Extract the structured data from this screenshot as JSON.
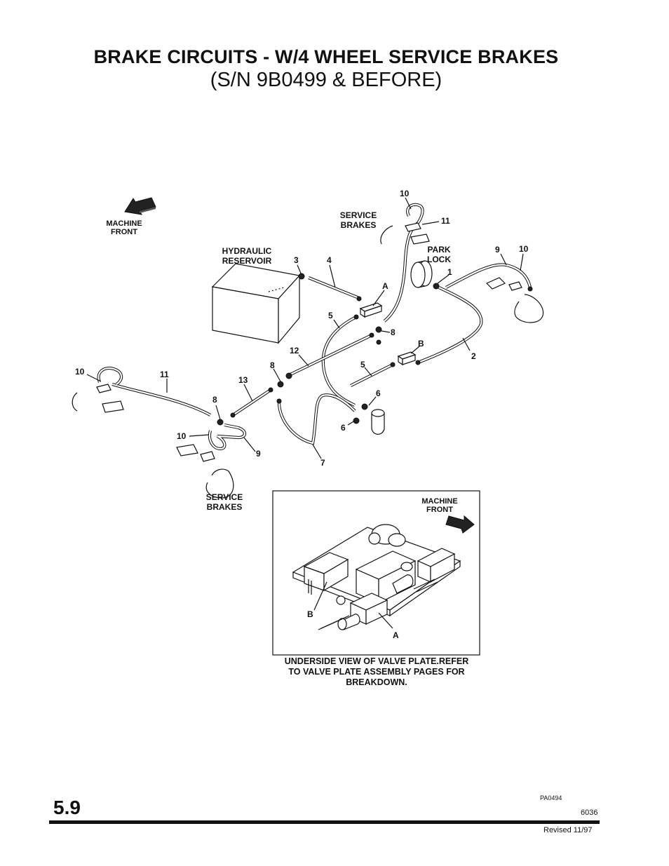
{
  "page": {
    "title": "BRAKE CIRCUITS - W/4 WHEEL SERVICE BRAKES",
    "subtitle": "(S/N 9B0499 & BEFORE)",
    "section_number": "5.9",
    "figure_code": "PA0494",
    "page_number": "6036",
    "revision": "Revised 11/97"
  },
  "diagram": {
    "machine_front_line1": "MACHINE",
    "machine_front_line2": "FRONT",
    "service_brakes_line1": "SERVICE",
    "service_brakes_line2": "BRAKES",
    "hydraulic_line1": "HYDRAULIC",
    "hydraulic_line2": "RESERVOIR",
    "park_line1": "PARK",
    "park_line2": "LOCK",
    "callouts": {
      "n1": "1",
      "n2": "2",
      "n3": "3",
      "n4": "4",
      "n5": "5",
      "n6": "6",
      "n7": "7",
      "n8": "8",
      "n9": "9",
      "n10": "10",
      "n11": "11",
      "n12": "12",
      "n13": "13",
      "a": "A",
      "b": "B"
    }
  },
  "inset": {
    "machine_front_line1": "MACHINE",
    "machine_front_line2": "FRONT",
    "caption_line1": "UNDERSIDE VIEW OF VALVE PLATE.REFER",
    "caption_line2": "TO VALVE PLATE ASSEMBLY PAGES FOR",
    "caption_line3": "BREAKDOWN."
  }
}
